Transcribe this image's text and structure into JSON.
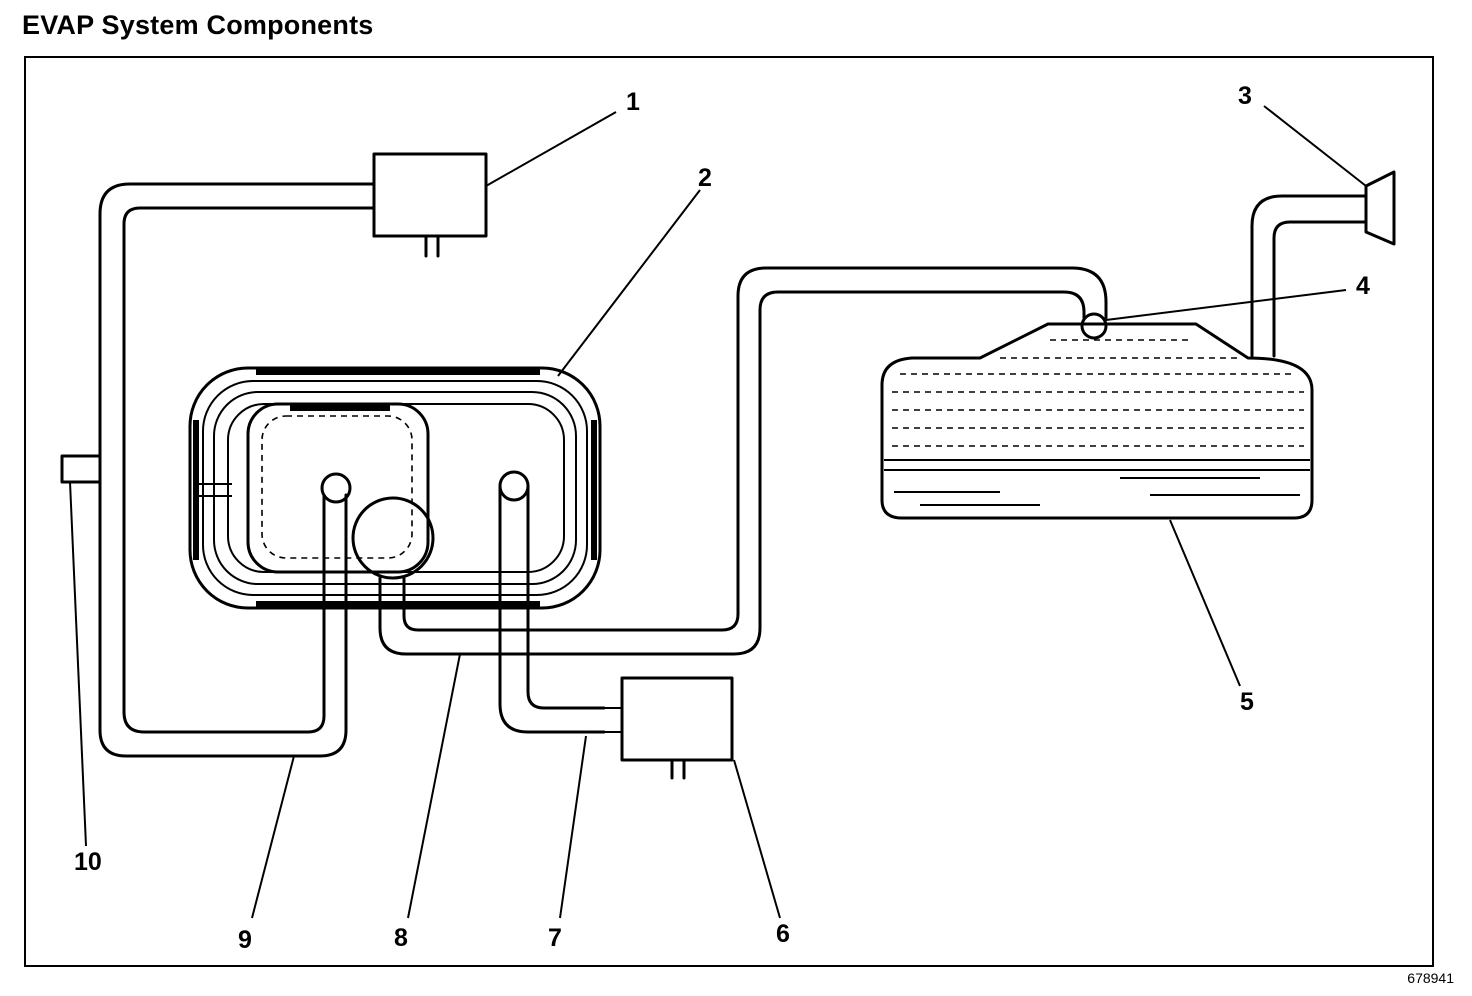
{
  "title": "EVAP System Components",
  "figure_number": "678941",
  "callouts": [
    {
      "id": "1",
      "label": "1"
    },
    {
      "id": "2",
      "label": "2"
    },
    {
      "id": "3",
      "label": "3"
    },
    {
      "id": "4",
      "label": "4"
    },
    {
      "id": "5",
      "label": "5"
    },
    {
      "id": "6",
      "label": "6"
    },
    {
      "id": "7",
      "label": "7"
    },
    {
      "id": "8",
      "label": "8"
    },
    {
      "id": "9",
      "label": "9"
    },
    {
      "id": "10",
      "label": "10"
    }
  ]
}
